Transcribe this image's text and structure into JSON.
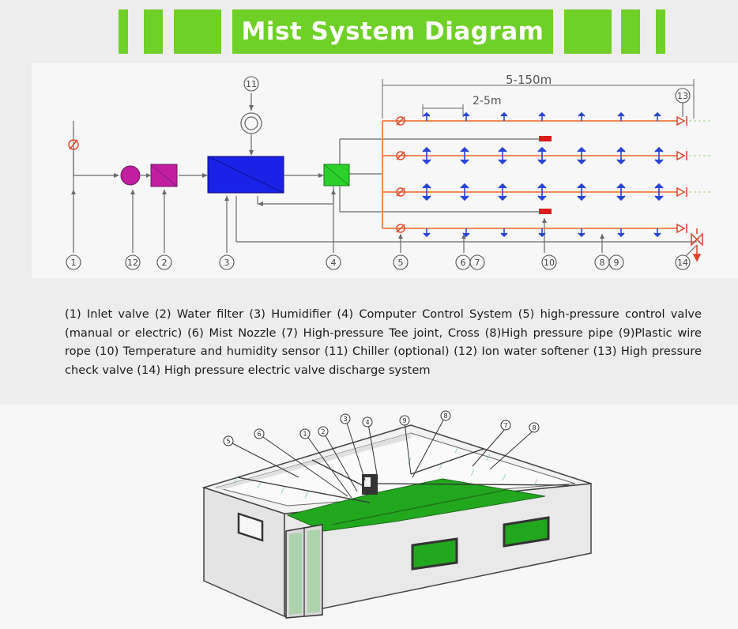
{
  "title": "Mist System Diagram",
  "colors": {
    "banner_green": "#6fd027",
    "pipe_orange": "#f08a5a",
    "nozzle_blue": "#2a45d6",
    "humidifier_blue": "#1a22e6",
    "control_green": "#2bd02b",
    "pump_magenta": "#c21ea0",
    "sensor_red": "#e01a1a",
    "floor_green": "#22a81f"
  },
  "schematic": {
    "dim_total": "5-150m",
    "dim_spacing": "2-5m",
    "callouts": [
      "1",
      "12",
      "2",
      "3",
      "4",
      "5",
      "6",
      "7",
      "10",
      "8",
      "9",
      "14",
      "11",
      "13"
    ]
  },
  "legend_text": "(1) Inlet valve (2) Water filter (3) Humidifier (4) Computer Control System (5) high-pressure control valve (manual or electric) (6) Mist Nozzle (7) High-pressure Tee joint, Cross (8)High pressure pipe (9)Plastic wire rope (10) Temperature and humidity sensor (11) Chiller (optional) (12) Ion water softener (13) High pressure check valve (14) High pressure electric valve discharge system",
  "illustration": {
    "callouts": [
      "5",
      "6",
      "1",
      "2",
      "3",
      "4",
      "9",
      "8",
      "7",
      "8"
    ]
  }
}
